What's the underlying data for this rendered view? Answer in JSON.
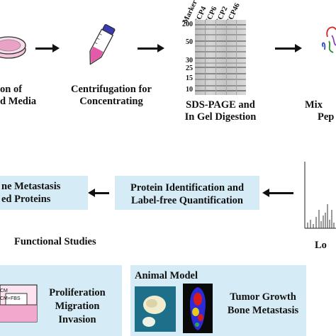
{
  "steps": {
    "collection": {
      "line1": "on of",
      "line2": "d Media"
    },
    "centrifugation": {
      "line1": "Centrifugation for",
      "line2": "Concentrating"
    },
    "sds_page": {
      "line1": "SDS-PAGE and",
      "line2": "In Gel Digestion"
    },
    "peptides": {
      "line1": "Mix",
      "line2": "Pep"
    }
  },
  "gel": {
    "lanes": [
      "Marker",
      "SCP4",
      "SCP6",
      "SCP2",
      "SCP46"
    ],
    "mw_markers": [
      "200",
      "50",
      "30",
      "25",
      "15",
      "10"
    ]
  },
  "middle": {
    "metastasis_box": {
      "line1": "ne Metastasis",
      "line2": "ed Proteins"
    },
    "identification_box": {
      "line1": "Protein Identification and",
      "line2": "Label-free Quantification"
    },
    "lc_label": "Lo",
    "functional_studies": "Functional Studies"
  },
  "bottom": {
    "cell_assays": [
      "Proliferation",
      "Migration",
      "Invasion"
    ],
    "dish_labels": [
      "CM",
      "CM+FBS"
    ],
    "animal_model": {
      "title": "Animal Model",
      "line1": "Tumor Growth",
      "line2": "Bone Metastasis"
    }
  },
  "colors": {
    "box_fill": "#d5ecf6",
    "tube_cap": "#3b3bb0",
    "tube_liquid": "#e35aa8"
  }
}
